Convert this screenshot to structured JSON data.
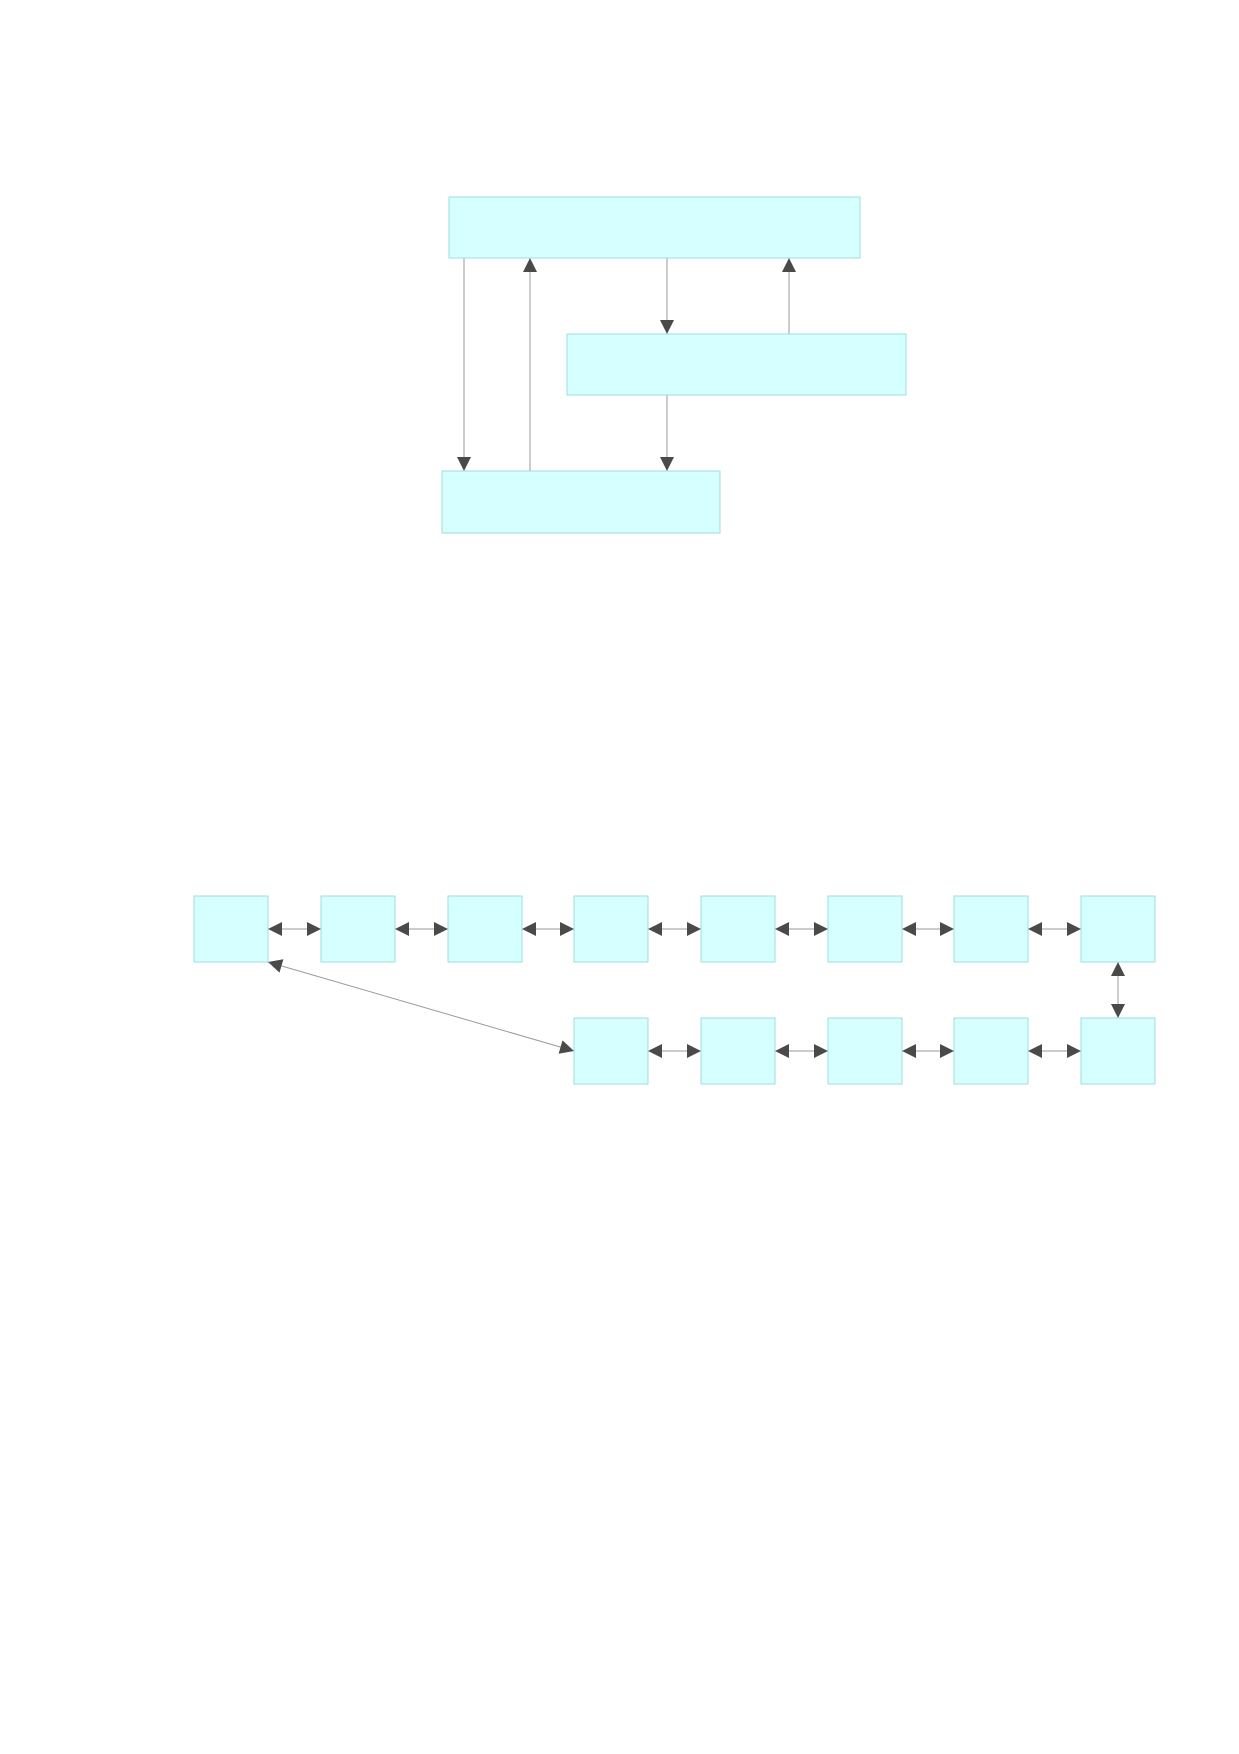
{
  "diagram_top": {
    "node_fill": "#d6ffff",
    "node_stroke": "#9fdcdc",
    "edge_color": "#4a4a4a",
    "nodes": [
      {
        "id": "top-a",
        "text": ""
      },
      {
        "id": "top-b",
        "text": ""
      },
      {
        "id": "top-c",
        "text": ""
      }
    ],
    "edges": [
      {
        "from": "top-a",
        "to": "top-c",
        "direction": "forward"
      },
      {
        "from": "top-c",
        "to": "top-a",
        "direction": "forward"
      },
      {
        "from": "top-a",
        "to": "top-b",
        "direction": "forward"
      },
      {
        "from": "top-b",
        "to": "top-a",
        "direction": "forward"
      },
      {
        "from": "top-b",
        "to": "top-c",
        "direction": "forward"
      }
    ]
  },
  "diagram_bottom": {
    "node_fill": "#d6ffff",
    "node_stroke": "#9fdcdc",
    "edge_color": "#4a4a4a",
    "row1_nodes": [
      "",
      "",
      "",
      "",
      "",
      "",
      "",
      ""
    ],
    "row2_nodes": [
      "",
      "",
      "",
      "",
      ""
    ],
    "edges_bidirectional": true
  }
}
